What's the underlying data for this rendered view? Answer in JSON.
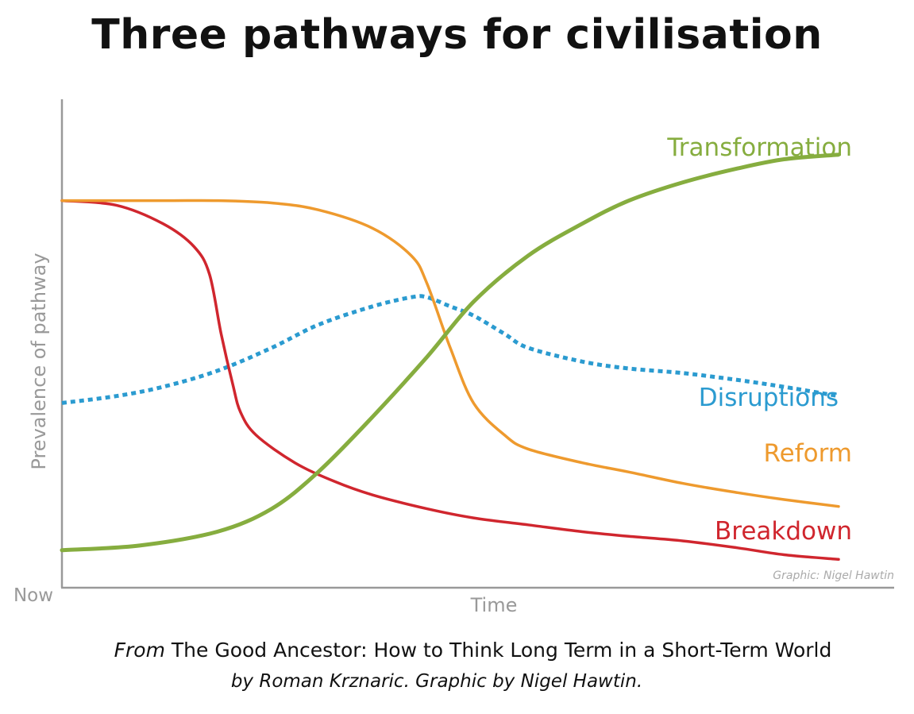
{
  "chart_data": {
    "type": "line",
    "title": "Three pathways for civilisation",
    "xlabel": "Time",
    "ylabel": "Prevalence of pathway",
    "x_origin_label": "Now",
    "credit": "Graphic: Nigel Hawtin",
    "xlim": [
      0,
      100
    ],
    "ylim": [
      0,
      100
    ],
    "grid": false,
    "colors": {
      "Transformation": "#86AD3F",
      "Reform": "#EE9A2E",
      "Breakdown": "#D0262E",
      "Disruptions": "#2B9BD0",
      "axis": "#999999"
    },
    "series": [
      {
        "name": "Transformation",
        "style": "solid",
        "x": [
          0,
          10,
          20,
          27,
          33,
          40,
          47,
          53,
          60,
          67,
          73,
          80,
          87,
          93,
          100
        ],
        "y": [
          8,
          9,
          12,
          17,
          25,
          37,
          50,
          62,
          72,
          79,
          84,
          88,
          91,
          93,
          94
        ]
      },
      {
        "name": "Reform",
        "style": "solid",
        "x": [
          0,
          13,
          20,
          27,
          33,
          40,
          45,
          47,
          50,
          53,
          57,
          60,
          67,
          73,
          80,
          87,
          93,
          100
        ],
        "y": [
          84,
          84,
          84,
          83.5,
          82,
          78,
          72,
          66,
          52,
          40,
          33,
          30,
          27,
          25,
          22.5,
          20.5,
          19,
          17.5
        ]
      },
      {
        "name": "Breakdown",
        "style": "solid",
        "x": [
          0,
          7,
          13,
          17,
          19,
          20.5,
          22,
          23,
          25,
          30,
          35,
          40,
          47,
          53,
          60,
          67,
          73,
          80,
          87,
          93,
          100
        ],
        "y": [
          84,
          83,
          79,
          74,
          68,
          55,
          44,
          38,
          33,
          27,
          23,
          20,
          17,
          15,
          13.5,
          12,
          11,
          10,
          8.5,
          7,
          6
        ]
      },
      {
        "name": "Disruptions",
        "style": "dotted",
        "x": [
          0,
          7,
          13,
          20,
          27,
          33,
          40,
          45,
          47,
          50,
          53,
          57,
          60,
          67,
          73,
          80,
          87,
          93,
          100
        ],
        "y": [
          40,
          41.5,
          43.5,
          47,
          52,
          57,
          61,
          63,
          63,
          61,
          59,
          55,
          52,
          49,
          47.5,
          46.5,
          45,
          43.5,
          41.5
        ]
      }
    ]
  },
  "caption": {
    "from": "From",
    "line1": " The Good Ancestor: How to Think Long Term in a Short-Term World",
    "line2": "by Roman Krznaric. Graphic by Nigel Hawtin."
  }
}
